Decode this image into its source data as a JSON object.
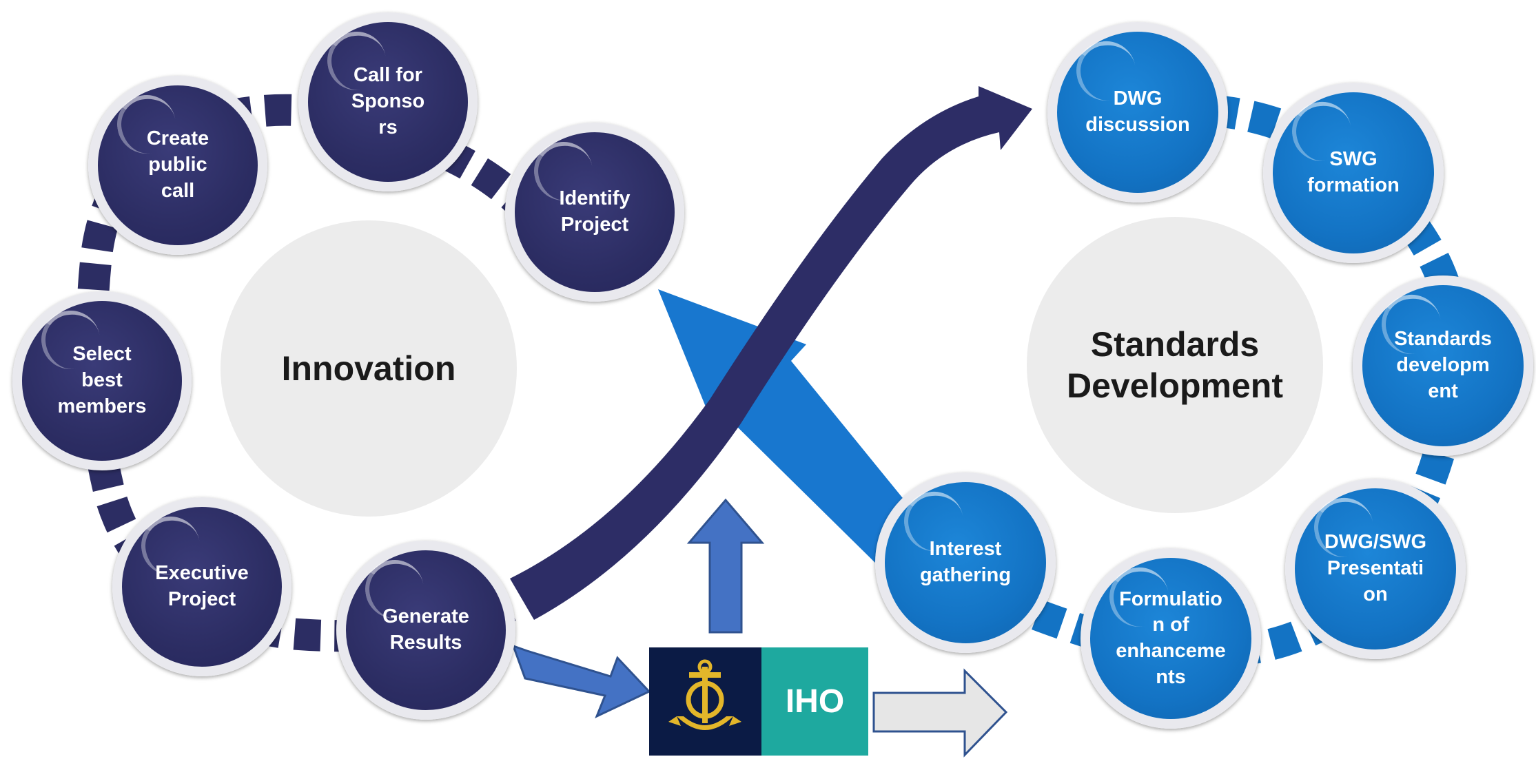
{
  "innovation": {
    "title": "Innovation",
    "nodes": [
      {
        "label": "Call for\nSponso\nrs"
      },
      {
        "label": "Identify\nProject"
      },
      {
        "label": "Create\npublic\ncall"
      },
      {
        "label": "Select\nbest\nmembers"
      },
      {
        "label": "Executive\nProject"
      },
      {
        "label": "Generate\nResults"
      }
    ]
  },
  "standards": {
    "title": "Standards\nDevelopment",
    "nodes": [
      {
        "label": "DWG\ndiscussion"
      },
      {
        "label": "SWG\nformation"
      },
      {
        "label": "Standards\ndevelopm\nent"
      },
      {
        "label": "DWG/SWG\nPresentati\non"
      },
      {
        "label": "Formulatio\nn of\nenhanceme\nnts"
      },
      {
        "label": "Interest\ngathering"
      }
    ]
  },
  "logo": {
    "text": "IHO",
    "emblem_icon": "anchor-emblem-icon"
  },
  "colors": {
    "innovation_node": "#2c2d63",
    "standards_node": "#1373c4",
    "hub": "#ececec",
    "dark_arrow": "#2d2d66",
    "blue_arrow": "#1877cf",
    "light_blue_arrow": "#4472c4",
    "gray_arrow": "#e6e6e6",
    "logo_dark": "#0b1b45",
    "logo_teal": "#1ea99f"
  }
}
